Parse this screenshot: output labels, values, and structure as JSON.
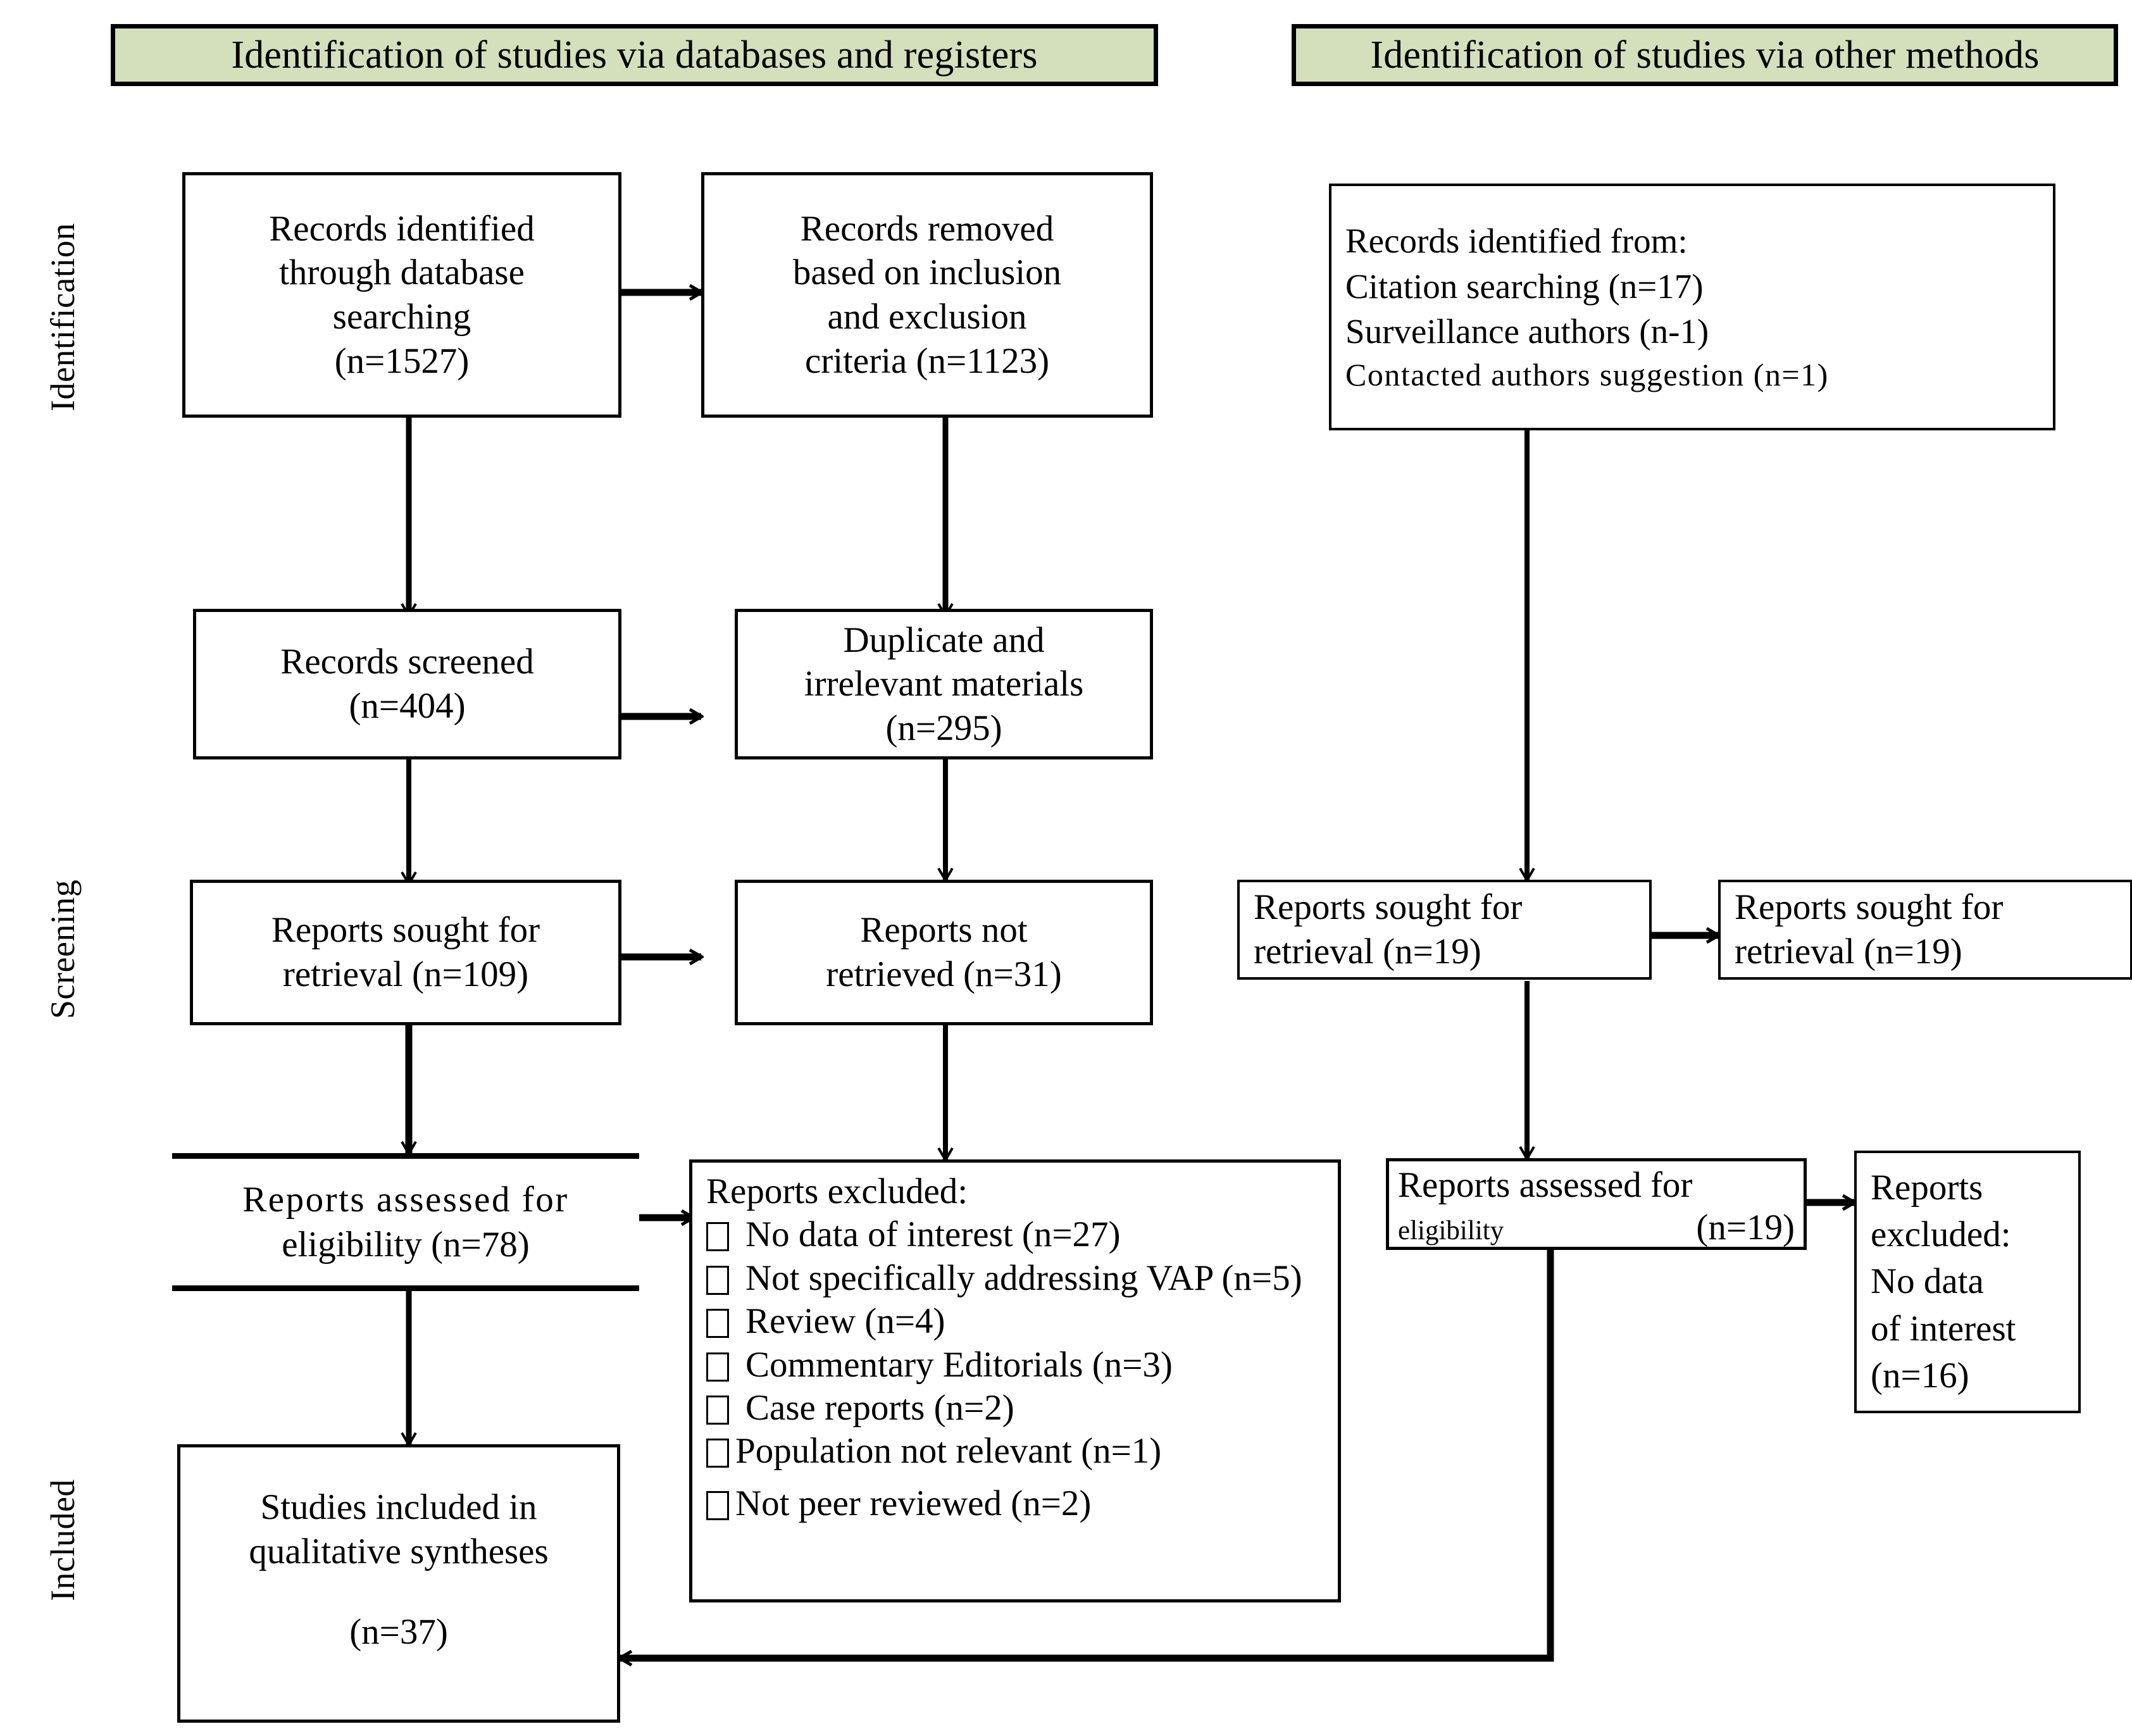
{
  "diagram": {
    "type": "PRISMA flow diagram",
    "banners": {
      "left": "Identification of studies via databases and registers",
      "right": "Identification of studies via other methods"
    },
    "stage_labels": {
      "identification": "Identification",
      "screening": "Screening",
      "included": "Included"
    },
    "colors": {
      "banner_fill": "#d4dfbc",
      "border": "#000000",
      "background": "#ffffff"
    },
    "left_column": {
      "records_identified": {
        "line1": "Records identified",
        "line2": "through database",
        "line3": "searching",
        "line4": "(n=1527)"
      },
      "records_removed": {
        "line1": "Records removed",
        "line2": "based on inclusion",
        "line3": "and exclusion",
        "line4": "criteria (n=1123)"
      },
      "records_screened": {
        "line1": "Records screened",
        "line2": "(n=404)"
      },
      "duplicates": {
        "line1": "Duplicate and",
        "line2": "irrelevant materials",
        "line3": "(n=295)"
      },
      "reports_sought": {
        "line1": "Reports sought for",
        "line2": "retrieval (n=109)"
      },
      "reports_not_retrieved": {
        "line1": "Reports not",
        "line2": "retrieved (n=31)"
      },
      "reports_assessed": {
        "line1": "Reports assessed for",
        "line2": "eligibility (n=78)"
      },
      "studies_included": {
        "line1": "Studies included in",
        "line2": "qualitative syntheses",
        "line3": "(n=37)"
      }
    },
    "excluded_box": {
      "title": "Reports excluded:",
      "items": [
        "No data of interest (n=27)",
        "Not specifically addressing VAP (n=5)",
        "Review (n=4)",
        "Commentary Editorials (n=3)",
        "Case reports (n=2)",
        "Population not relevant (n=1)",
        "Not peer reviewed (n=2)"
      ]
    },
    "right_column": {
      "records_identified_from": {
        "line1": "Records identified from:",
        "line2": "Citation searching (n=17)",
        "line3": "Surveillance authors (n-1)",
        "line4": "Contacted authors  suggestion (n=1)"
      },
      "reports_sought_a": {
        "line1": "Reports sought for",
        "line2": "retrieval (n=19)"
      },
      "reports_sought_b": {
        "line1": "Reports sought for",
        "line2": "retrieval (n=19)"
      },
      "reports_assessed": {
        "line1": "Reports assessed for",
        "line2a": "eligibility",
        "line2b": "(n=19)"
      },
      "reports_excluded": {
        "line1": "Reports",
        "line2": "excluded:",
        "line3": "No   data",
        "line4": "of interest",
        "line5": "(n=16)"
      }
    }
  }
}
